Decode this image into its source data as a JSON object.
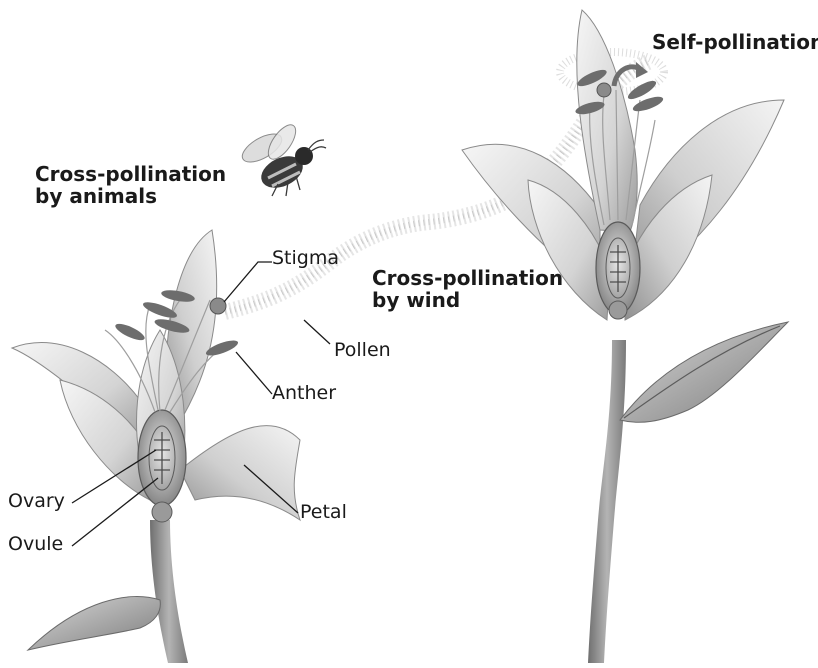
{
  "diagram": {
    "titles": {
      "self_pollination": "Self-pollination",
      "cross_animals_line1": "Cross-pollination",
      "cross_animals_line2": "by animals",
      "cross_wind_line1": "Cross-pollination",
      "cross_wind_line2": "by wind"
    },
    "parts": {
      "stigma": "Stigma",
      "pollen": "Pollen",
      "anther": "Anther",
      "petal": "Petal",
      "ovary": "Ovary",
      "ovule": "Ovule"
    },
    "icons": [
      "bee-icon",
      "curved-arrow-icon",
      "lily-flower-icon"
    ],
    "colors": {
      "ink": "#1a1a1a",
      "petal_light": "#eeeeee",
      "petal_shadow": "#9a9a9a",
      "stem": "#8e8e8e",
      "pollen_trail": "#c8c8c8",
      "arrow": "#6e6e6e"
    }
  }
}
